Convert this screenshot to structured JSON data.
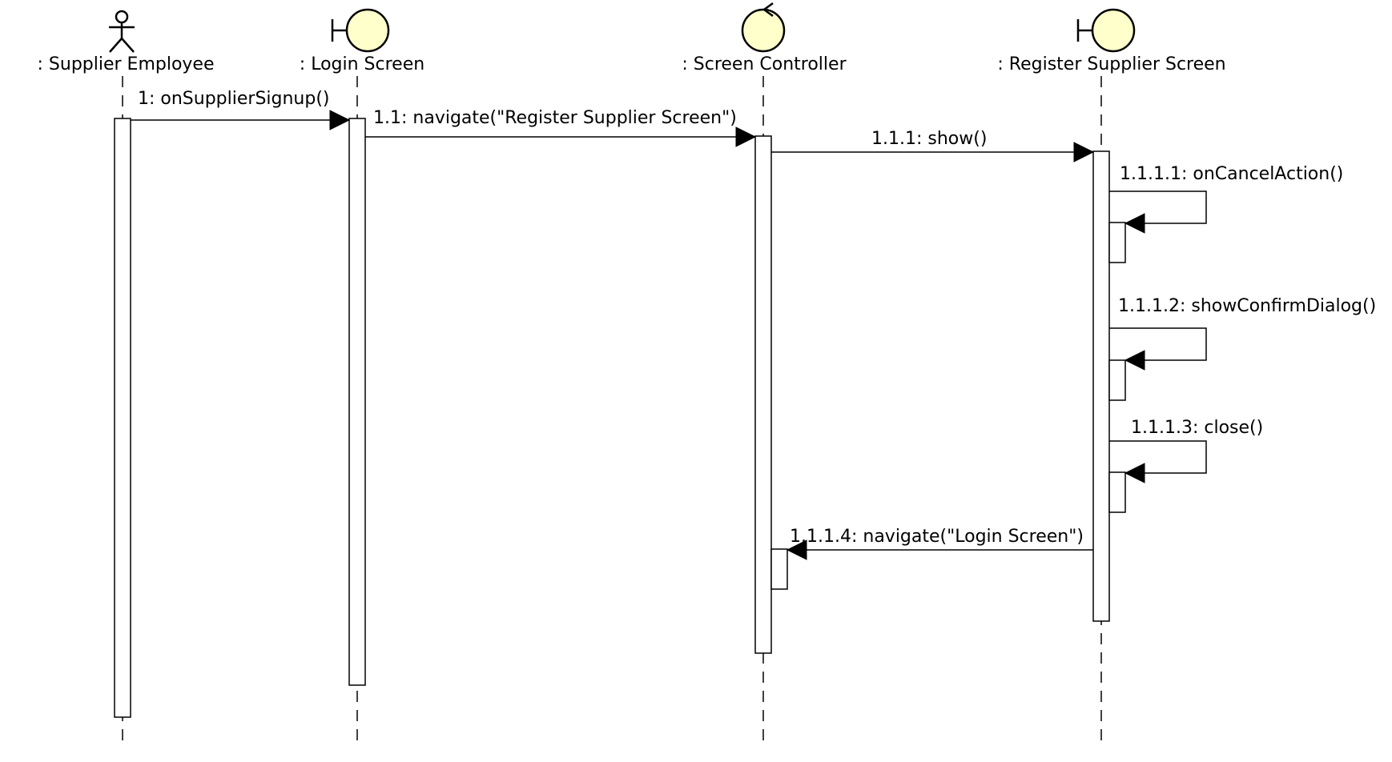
{
  "colors": {
    "icon_fill": "#ffffcc",
    "line": "#000000",
    "background": "#ffffff"
  },
  "participants": [
    {
      "id": "supplier-employee",
      "kind": "actor",
      "icon": "actor-icon",
      "label": ": Supplier Employee"
    },
    {
      "id": "login-screen",
      "kind": "boundary",
      "icon": "boundary-icon",
      "label": ": Login Screen"
    },
    {
      "id": "screen-controller",
      "kind": "control",
      "icon": "control-icon",
      "label": ": Screen Controller"
    },
    {
      "id": "register-supplier-screen",
      "kind": "boundary",
      "icon": "boundary-icon",
      "label": ": Register Supplier Screen"
    }
  ],
  "messages": [
    {
      "id": "m1",
      "label": "1: onSupplierSignup()",
      "from": "supplier-employee",
      "to": "login-screen"
    },
    {
      "id": "m2",
      "label": "1.1: navigate(\"Register Supplier Screen\")",
      "from": "login-screen",
      "to": "screen-controller"
    },
    {
      "id": "m3",
      "label": "1.1.1: show()",
      "from": "screen-controller",
      "to": "register-supplier-screen"
    },
    {
      "id": "m4",
      "label": "1.1.1.1: onCancelAction()",
      "from": "register-supplier-screen",
      "to": "register-supplier-screen"
    },
    {
      "id": "m5",
      "label": "1.1.1.2: showConfirmDialog()",
      "from": "register-supplier-screen",
      "to": "register-supplier-screen"
    },
    {
      "id": "m6",
      "label": "1.1.1.3: close()",
      "from": "register-supplier-screen",
      "to": "register-supplier-screen"
    },
    {
      "id": "m7",
      "label": "1.1.1.4: navigate(\"Login Screen\")",
      "from": "register-supplier-screen",
      "to": "screen-controller"
    }
  ]
}
